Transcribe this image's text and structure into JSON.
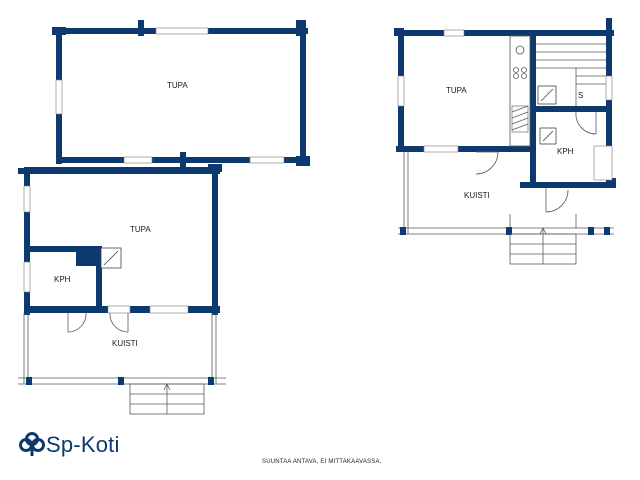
{
  "plans": {
    "left": {
      "rooms": {
        "tupa_upper": "TUPA",
        "tupa_lower": "TUPA",
        "kph": "KPH",
        "kuisti": "KUISTI"
      }
    },
    "right": {
      "rooms": {
        "tupa": "TUPA",
        "sauna": "S",
        "kph": "KPH",
        "kuisti": "KUISTI"
      }
    }
  },
  "brand": {
    "name": "Sp-Koti",
    "color": "#0d3a6e",
    "icon": "cloverleaf-logo-icon"
  },
  "note": "SUUNTAA ANTAVA, EI MITTAKAAVASSA."
}
